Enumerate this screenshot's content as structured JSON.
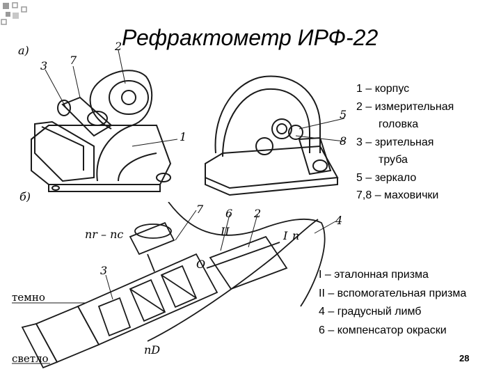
{
  "title": "Рефрактометр ИРФ-22",
  "legend_top": [
    {
      "text": "1 – корпус",
      "indent": false
    },
    {
      "text": "2 – измерительная",
      "indent": false
    },
    {
      "text": "головка",
      "indent": true
    },
    {
      "text": "3 – зрительная",
      "indent": false
    },
    {
      "text": "труба",
      "indent": true
    },
    {
      "text": "5 – зеркало",
      "indent": false
    },
    {
      "text": "7,8 – маховички",
      "indent": false
    }
  ],
  "legend_bottom": [
    "I – эталонная призма",
    "II – вспомогательная призма",
    "4 – градусный лимб",
    "6 – компенсатор окраски"
  ],
  "page_number": "28",
  "figure_labels": {
    "fig_a": "а)",
    "fig_b": "б)",
    "n2": "2",
    "n7": "7",
    "n3": "3",
    "n1": "1",
    "n5": "5",
    "n8": "8",
    "s7": "7",
    "s6": "6",
    "s2": "2",
    "s4": "4",
    "s3": "3",
    "roman_II": "II",
    "roman_I": "I",
    "letter_O": "O",
    "letter_n": "n",
    "nr_nc": "nr – nc",
    "nd": "nD",
    "dark": "темно",
    "light": "светло"
  },
  "colors": {
    "deco": "#8a8a8a",
    "line": "#1a1a1a"
  }
}
